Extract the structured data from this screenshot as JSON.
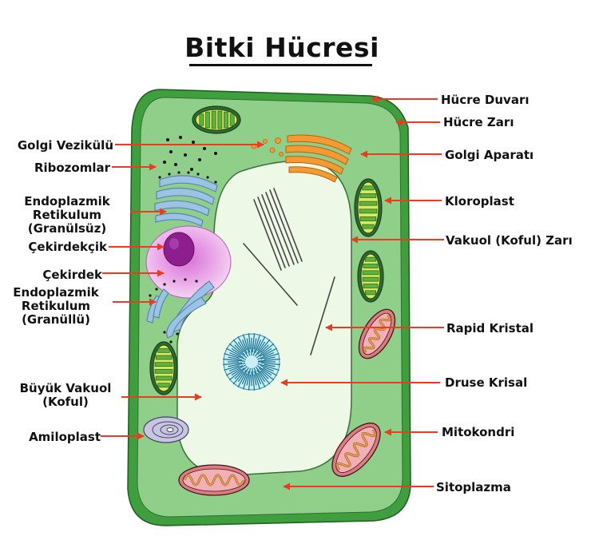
{
  "title": "Bitki Hücresi",
  "colors": {
    "cell_wall": "#3f9f3f",
    "cytoplasm": "#8fcf8a",
    "vacuole": "#eef8e6",
    "nucleus": "#e9a6e6",
    "nucleolus": "#8e1e8e",
    "golgi": "#f39a32",
    "er": "#8cb8dc",
    "chloroplast": "#8fc63f",
    "mitochondria": "#e07a82",
    "arrow": "#ee3b1f"
  },
  "labels": {
    "left": {
      "golgi_vesicle": "Golgi Vezikülü",
      "ribosomes": "Ribozomlar",
      "er_smooth": [
        "Endoplazmik",
        "Retikulum",
        "(Granülsüz)"
      ],
      "nucleolus": "Çekirdekçik",
      "nucleus": "Çekirdek",
      "er_rough": [
        "Endoplazmik",
        "Retikulum",
        "(Granüllü)"
      ],
      "vacuole": [
        "Büyük Vakuol",
        "(Koful)"
      ],
      "amyloplast": "Amiloplast"
    },
    "right": {
      "cell_wall": "Hücre Duvarı",
      "cell_membrane": "Hücre Zarı",
      "golgi_apparatus": "Golgi Aparatı",
      "chloroplast": "Kloroplast",
      "vacuole_membrane": "Vakuol (Koful) Zarı",
      "raphide_crystal": "Rapid Kristal",
      "druse_crystal": "Druse Krisal",
      "mitochondria": "Mitokondri",
      "cytoplasm": "Sitoplazma"
    }
  }
}
